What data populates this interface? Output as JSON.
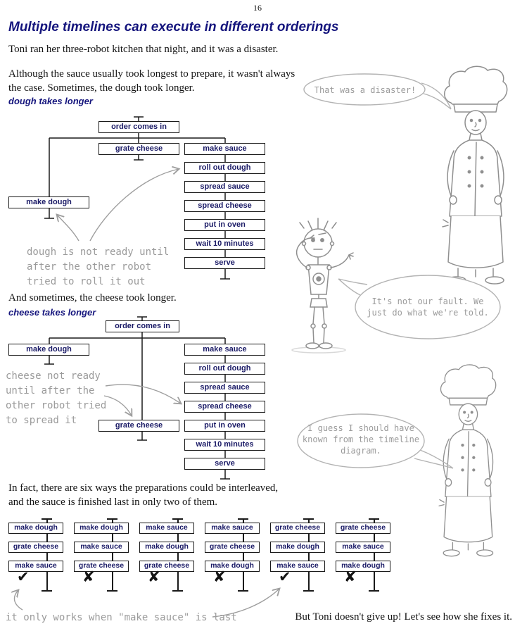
{
  "page": {
    "number": "16",
    "title": "Multiple timelines can execute in different orderings",
    "intro": "Toni ran her three-robot kitchen that night, and it was a disaster.",
    "para_sauce": [
      "Although the sauce usually took longest to prepare, it wasn't always",
      "the case. Sometimes, the dough took longer."
    ],
    "para_cheese": "And sometimes, the cheese took longer.",
    "para_six_ways": [
      "In fact, there are six ways the preparations could be interleaved,",
      "and the sauce is finished last in only two of them."
    ],
    "closing": "But Toni doesn't give up! Let's see how she fixes it."
  },
  "diagram_dough": {
    "heading": "dough takes longer",
    "annotation": [
      "dough is not ready until",
      "after the other robot",
      "tried to roll it out"
    ],
    "boxes": {
      "order": "order comes in",
      "grate_cheese": "grate cheese",
      "make_sauce": "make sauce",
      "roll_out_dough": "roll out dough",
      "spread_sauce": "spread sauce",
      "spread_cheese": "spread cheese",
      "put_in_oven": "put in oven",
      "wait": "wait 10 minutes",
      "serve": "serve",
      "make_dough": "make dough"
    }
  },
  "diagram_cheese": {
    "heading": "cheese takes longer",
    "annotation": [
      "cheese not ready",
      "until after the",
      "other robot tried",
      "to spread it"
    ],
    "boxes": {
      "order": "order comes in",
      "make_dough": "make dough",
      "make_sauce": "make sauce",
      "roll_out_dough": "roll out dough",
      "spread_sauce": "spread sauce",
      "spread_cheese": "spread cheese",
      "grate_cheese": "grate cheese",
      "put_in_oven": "put in oven",
      "wait": "wait 10 minutes",
      "serve": "serve"
    }
  },
  "speech_bubbles": {
    "disaster": "That was a disaster!",
    "not_our_fault": [
      "It's not our fault. We",
      "just do what we're told."
    ],
    "should_have_known": [
      "I guess I should have",
      "known from the timeline",
      "diagram."
    ]
  },
  "mini_timelines": [
    {
      "steps": [
        "make dough",
        "grate cheese",
        "make sauce"
      ],
      "mark": "✔",
      "result": "works"
    },
    {
      "steps": [
        "make dough",
        "make sauce",
        "grate cheese"
      ],
      "mark": "✘",
      "result": "fails"
    },
    {
      "steps": [
        "make sauce",
        "make dough",
        "grate cheese"
      ],
      "mark": "✘",
      "result": "fails"
    },
    {
      "steps": [
        "make sauce",
        "grate cheese",
        "make dough"
      ],
      "mark": "✘",
      "result": "fails"
    },
    {
      "steps": [
        "grate cheese",
        "make dough",
        "make sauce"
      ],
      "mark": "✔",
      "result": "works"
    },
    {
      "steps": [
        "grate cheese",
        "make sauce",
        "make dough"
      ],
      "mark": "✘",
      "result": "fails"
    }
  ],
  "footnote": "it only works when \"make sauce\" is last",
  "colors": {
    "accent_blue": "#15157d",
    "handwriting_gray": "#9b9b9b",
    "sketch_gray": "#8f8f8f"
  }
}
